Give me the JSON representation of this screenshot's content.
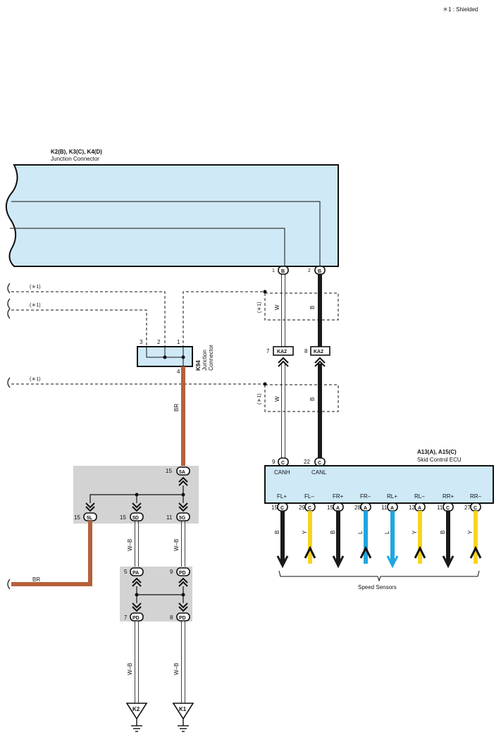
{
  "legend_note": "＊1 : Shielded",
  "junction_connector_top": {
    "title": "K2(B), K3(C), K4(D)",
    "subtitle": "Junction Connector",
    "pins": [
      {
        "num": "1",
        "code": "B"
      },
      {
        "num": "2",
        "code": "B"
      }
    ]
  },
  "k94": {
    "id": "K94",
    "name_line1": "Junction",
    "name_line2": "Connector",
    "pin3": "3",
    "pin2": "2",
    "pin1": "1",
    "pin4": "4"
  },
  "shield_marks": [
    "(＊1)",
    "(＊1)",
    "(＊1)",
    "(＊1)",
    "(＊1)"
  ],
  "ka2": [
    {
      "num": "7",
      "code": "KA2"
    },
    {
      "num": "8",
      "code": "KA2"
    }
  ],
  "wire_colors": {
    "left_w_upper": "W",
    "right_b_upper": "B",
    "left_w_lower": "W",
    "right_b_lower": "B",
    "br_vertical": "BR",
    "br_horizontal": "BR",
    "wb_1": "W–B",
    "wb_2": "W–B",
    "wb_3": "W–B",
    "wb_4": "W–B"
  },
  "junction_block_1": {
    "top_pin": {
      "num": "15",
      "code": "5A"
    },
    "bottom_pins": [
      {
        "num": "15",
        "code": "5L"
      },
      {
        "num": "15",
        "code": "5D"
      },
      {
        "num": "11",
        "code": "5G"
      }
    ]
  },
  "junction_block_2": {
    "top_pins": [
      {
        "num": "5",
        "code": "PA"
      },
      {
        "num": "9",
        "code": "PD"
      }
    ],
    "bottom_pins": [
      {
        "num": "7",
        "code": "PD"
      },
      {
        "num": "8",
        "code": "PD"
      }
    ]
  },
  "grounds": [
    "K2",
    "K1"
  ],
  "ecu": {
    "title": "A13(A), A15(C)",
    "subtitle": "Skid Control ECU",
    "top_pins": [
      {
        "num": "9",
        "code": "C",
        "label": "CANH"
      },
      {
        "num": "22",
        "code": "C",
        "label": "CANL"
      }
    ],
    "terminals": [
      {
        "label": "FL+",
        "num": "15",
        "code": "C",
        "wire": "B"
      },
      {
        "label": "FL–",
        "num": "29",
        "code": "C",
        "wire": "Y"
      },
      {
        "label": "FR+",
        "num": "15",
        "code": "A",
        "wire": "B"
      },
      {
        "label": "FR–",
        "num": "28",
        "code": "A",
        "wire": "L"
      },
      {
        "label": "RL+",
        "num": "11",
        "code": "A",
        "wire": "L"
      },
      {
        "label": "RL–",
        "num": "12",
        "code": "A",
        "wire": "Y"
      },
      {
        "label": "RR+",
        "num": "11",
        "code": "C",
        "wire": "B"
      },
      {
        "label": "RR–",
        "num": "27",
        "code": "C",
        "wire": "Y"
      }
    ],
    "group_label": "Speed Sensors"
  },
  "colors": {
    "connector_fill": "#cfe9f7",
    "block_fill": "#d3d3d3",
    "wire_black": "#1a1a1a",
    "wire_brown": "#b5603a",
    "wire_yellow": "#f7d51d",
    "wire_blue": "#1fa6e0"
  }
}
